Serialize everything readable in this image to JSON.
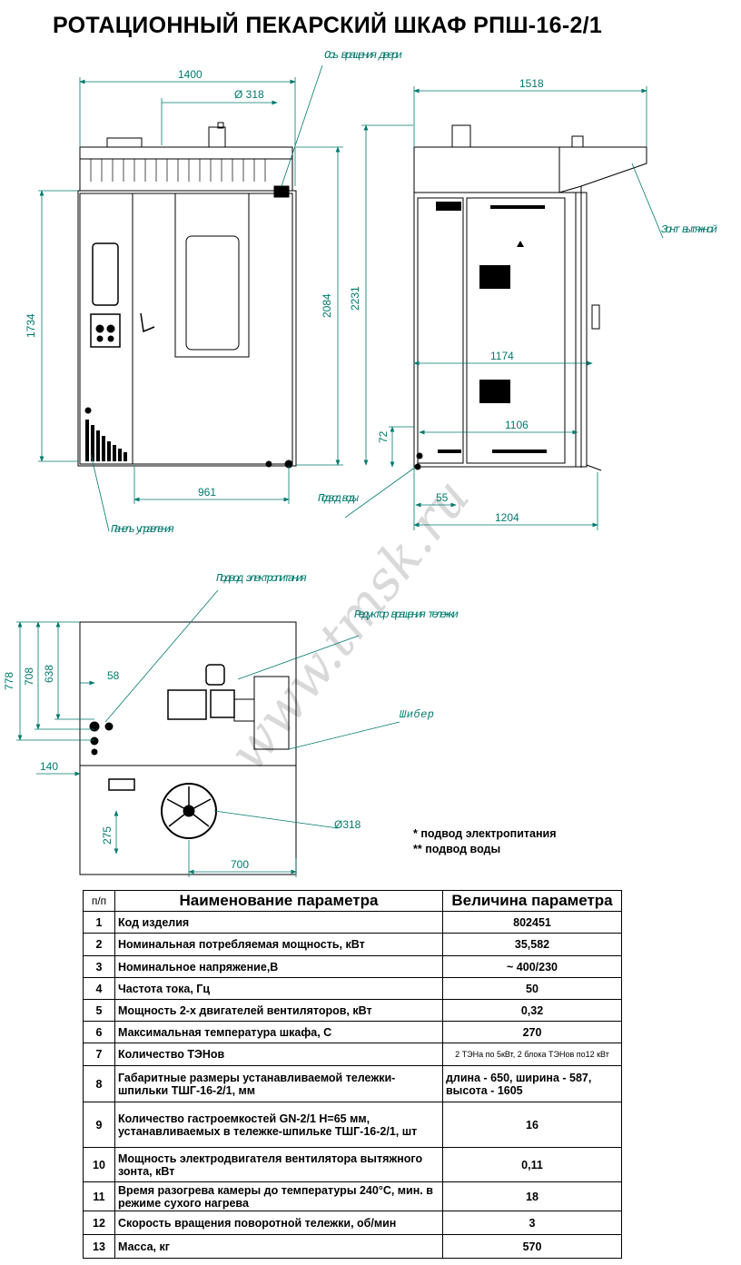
{
  "title": "РОТАЦИОННЫЙ ПЕКАРСКИЙ ШКАФ РПШ-16-2/1",
  "front_view": {
    "dims": {
      "width": "1400",
      "diameter": "Ø 318",
      "height_body": "1734",
      "height_top": "2084",
      "height_total": "2231",
      "door_width": "961"
    },
    "labels": {
      "door_axis": "Ось вращения двери",
      "control_panel": "Панель управления",
      "water_inlet": "Подвод воды"
    }
  },
  "side_view": {
    "dims": {
      "width_total": "1518",
      "inner_width": "1174",
      "bottom_width": "1106",
      "leg_height": "72",
      "offset": "55",
      "base_width": "1204"
    },
    "labels": {
      "hood": "Зонт вытяжной"
    }
  },
  "plan_view": {
    "dims": {
      "d778": "778",
      "d708": "708",
      "d638": "638",
      "d58": "58",
      "d140": "140",
      "d275": "275",
      "d700": "700",
      "d318": "Ø318"
    },
    "labels": {
      "power_inlet": "Подвод электропитания",
      "reducer": "Редуктор вращения тележки",
      "damper": "Шибер"
    }
  },
  "watermark": "www.tmsk.ru",
  "notes": [
    "* подвод электропитания",
    "** подвод воды"
  ],
  "spec_table": {
    "headers": [
      "п/п",
      "Наименование параметра",
      "Величина параметра"
    ],
    "rows": [
      {
        "n": "1",
        "name": "Код изделия",
        "value": "802451"
      },
      {
        "n": "2",
        "name": "Номинальная потребляемая мощность, кВт",
        "value": "35,582"
      },
      {
        "n": "3",
        "name": "Номинальное напряжение,В",
        "value": "~ 400/230"
      },
      {
        "n": "4",
        "name": "Частота тока, Гц",
        "value": "50"
      },
      {
        "n": "5",
        "name": "Мощность 2-х двигателей вентиляторов, кВт",
        "value": "0,32"
      },
      {
        "n": "6",
        "name": "Максимальная температура шкафа, С",
        "value": "270"
      },
      {
        "n": "7",
        "name": "Количество ТЭНов",
        "value": "2 ТЭНа по 5кВт, 2 блока ТЭНов по12 кВт"
      },
      {
        "n": "8",
        "name": "Габаритные размеры устанавливаемой тележки-шпильки ТШГ-16-2/1, мм",
        "value": "длина - 650, ширина - 587, высота - 1605"
      },
      {
        "n": "9",
        "name": "Количество гастроемкостей GN-2/1 H=65 мм, устанавливаемых в тележке-шпильке ТШГ-16-2/1, шт",
        "value": "16"
      },
      {
        "n": "10",
        "name": "Мощность электродвигателя вентилятора вытяжного зонта, кВт",
        "value": "0,11"
      },
      {
        "n": "11",
        "name": "Время разогрева камеры до температуры 240°С, мин. в режиме сухого нагрева",
        "value": "18"
      },
      {
        "n": "12",
        "name": "Скорость вращения поворотной тележки, об/мин",
        "value": "3"
      },
      {
        "n": "13",
        "name": "Масса, кг",
        "value": "570"
      }
    ]
  },
  "colors": {
    "dimension_line": "#007a6e",
    "outline": "#000000",
    "watermark": "#d9d9d9"
  }
}
